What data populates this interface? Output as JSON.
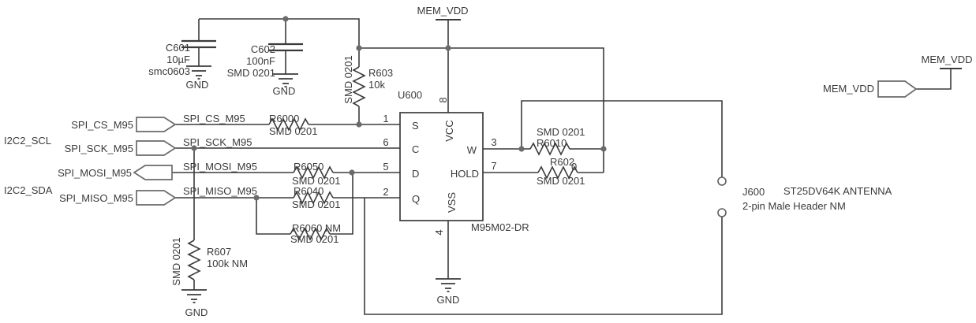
{
  "colors": {
    "background": "#ffffff",
    "wire": "#3b3b3b",
    "component_outline": "#6a6a6a",
    "junction_dot": "#6a6a6a",
    "text": "#3a3a3a"
  },
  "power": {
    "vdd_top": "MEM_VDD",
    "vdd_right_flag": "MEM_VDD",
    "vdd_right_port": "MEM_VDD"
  },
  "alt_net_labels": {
    "scl": "I2C2_SCL",
    "sda": "I2C2_SDA"
  },
  "ports": {
    "cs": "SPI_CS_M95",
    "sck": "SPI_SCK_M95",
    "mosi": "SPI_MOSI_M95",
    "miso": "SPI_MISO_M95"
  },
  "net_labels": {
    "cs": "SPI_CS_M95",
    "sck": "SPI_SCK_M95",
    "mosi": "SPI_MOSI_M95",
    "miso": "SPI_MISO_M95"
  },
  "capacitors": {
    "C601": {
      "ref": "C601",
      "value": "10µF",
      "footprint": "smc0603",
      "gnd": "GND"
    },
    "C602": {
      "ref": "C602",
      "value": "100nF",
      "footprint": "SMD 0201",
      "gnd": "GND"
    }
  },
  "resistors": {
    "R600": {
      "label": "R6000",
      "footprint": "SMD 0201"
    },
    "R601": {
      "label": "R6010",
      "footprint": "SMD 0201"
    },
    "R602": {
      "ref": "R602",
      "value": "0",
      "footprint": "SMD 0201"
    },
    "R603": {
      "ref": "R603",
      "value": "10k",
      "footprint": "SMD 0201"
    },
    "R604": {
      "label": "R6040",
      "footprint": "SMD 0201"
    },
    "R605": {
      "label": "R6050",
      "footprint": "SMD 0201"
    },
    "R606": {
      "label": "R6060 NM",
      "footprint": "SMD 0201"
    },
    "R607": {
      "ref": "R607",
      "value": "100k NM",
      "footprint": "SMD 0201",
      "gnd": "GND"
    }
  },
  "ic": {
    "ref": "U600",
    "part": "M95M02-DR",
    "gnd": "GND",
    "pin_numbers": {
      "p1": "1",
      "p2": "2",
      "p3": "3",
      "p4": "4",
      "p5": "5",
      "p6": "6",
      "p7": "7",
      "p8": "8"
    },
    "pin_names": {
      "s": "S",
      "c": "C",
      "d": "D",
      "q": "Q",
      "w": "W",
      "hold": "HOLD",
      "vcc": "VCC",
      "vss": "VSS"
    }
  },
  "header": {
    "ref": "J600",
    "part": "ST25DV64K ANTENNA",
    "description": "2-pin Male Header NM"
  }
}
